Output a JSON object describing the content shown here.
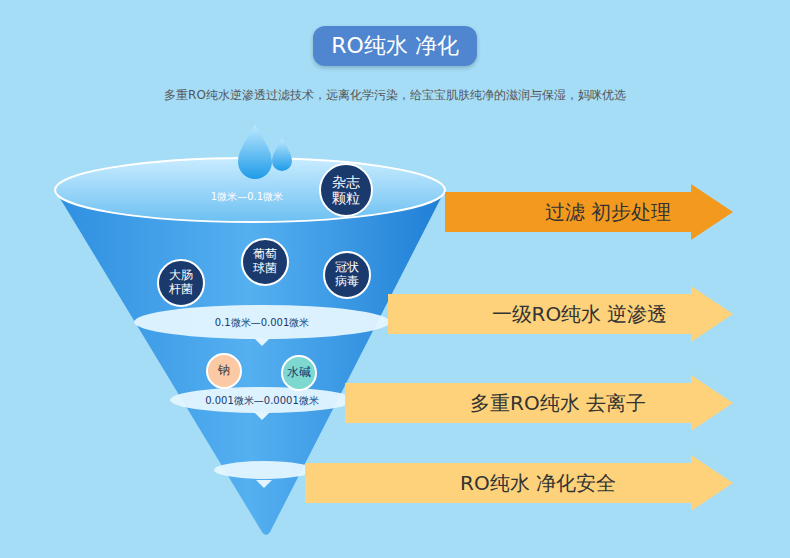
{
  "diagram": {
    "title": "RO纯水 净化",
    "nodes": [
      {
        "text": [
          "杂志 颗粒"
        ]
      },
      {
        "text": [
          "过滤 初步处理"
        ]
      },
      {
        "text": [
          "葡萄 球菌"
        ]
      },
      {
        "text": [
          "大肠 杆菌"
        ]
      },
      {
        "text": [
          "冠状 病毒"
        ]
      },
      {
        "text": [
          "一级RO纯水 逆渗透"
        ]
      },
      {
        "text": [
          "钠"
        ]
      },
      {
        "text": [
          "水碱"
        ]
      },
      {
        "text": [
          "多重RO纯水 去离子"
        ]
      },
      {
        "text": [
          "RO纯水 净化安全"
        ]
      }
    ],
    "labels": [
      "多重RO纯水逆渗透过滤技术，远离化学污染，给宝宝肌肤纯净的滋润与保湿，妈咪优选",
      "1微米—0.1微米",
      "0.1微米—0.001微米",
      "0.001微米—0.0001微米"
    ]
  }
}
